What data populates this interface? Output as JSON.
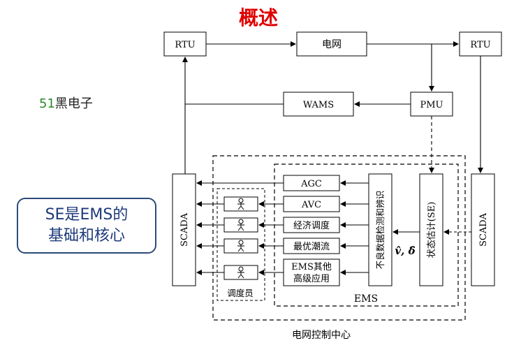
{
  "title": "概述",
  "watermark": {
    "number": "51",
    "text": "黑电子"
  },
  "callout": {
    "line1": "SE是EMS的",
    "line2": "基础和核心"
  },
  "diagram": {
    "rtu_left": "RTU",
    "grid": "电网",
    "rtu_right": "RTU",
    "wams": "WAMS",
    "pmu": "PMU",
    "scada_left": "SCADA",
    "scada_right": "SCADA",
    "agc": "AGC",
    "avc": "AVC",
    "economic_dispatch": "经济调度",
    "optimal_flow": "最优潮流",
    "ems_other_line1": "EMS其他",
    "ems_other_line2": "高级应用",
    "bad_data": "不良数据检测和辨识",
    "state_estimation": "状态估计(SE)",
    "ems_label": "EMS",
    "dispatcher_label": "调度员",
    "control_center": "电网控制中心",
    "estimate_symbol": "v̂, δ̂"
  },
  "colors": {
    "title": "#e00000",
    "callout_border": "#2d4a7a",
    "callout_text": "#1d3a7a",
    "watermark_num": "#2a8a2a"
  }
}
